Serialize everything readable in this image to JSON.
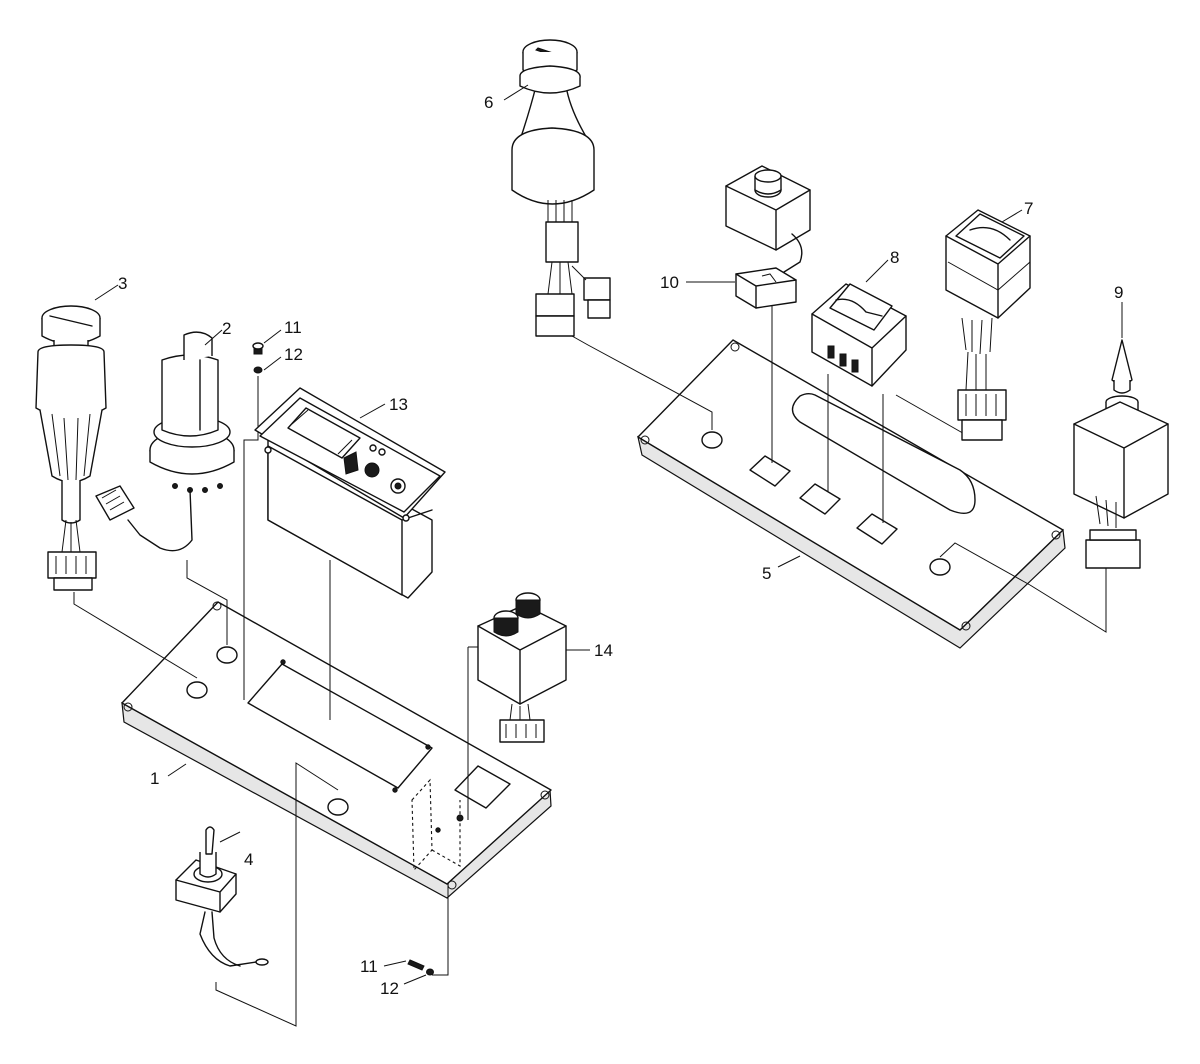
{
  "callouts": [
    {
      "id": "c1",
      "text": "1"
    },
    {
      "id": "c2",
      "text": "2"
    },
    {
      "id": "c3",
      "text": "3"
    },
    {
      "id": "c4",
      "text": "4"
    },
    {
      "id": "c5",
      "text": "5"
    },
    {
      "id": "c6",
      "text": "6"
    },
    {
      "id": "c7",
      "text": "7"
    },
    {
      "id": "c8",
      "text": "8"
    },
    {
      "id": "c9",
      "text": "9"
    },
    {
      "id": "c10",
      "text": "10"
    },
    {
      "id": "c11a",
      "text": "11"
    },
    {
      "id": "c12a",
      "text": "12"
    },
    {
      "id": "c13",
      "text": "13"
    },
    {
      "id": "c14",
      "text": "14"
    },
    {
      "id": "c11b",
      "text": "11"
    },
    {
      "id": "c12b",
      "text": "12"
    }
  ]
}
